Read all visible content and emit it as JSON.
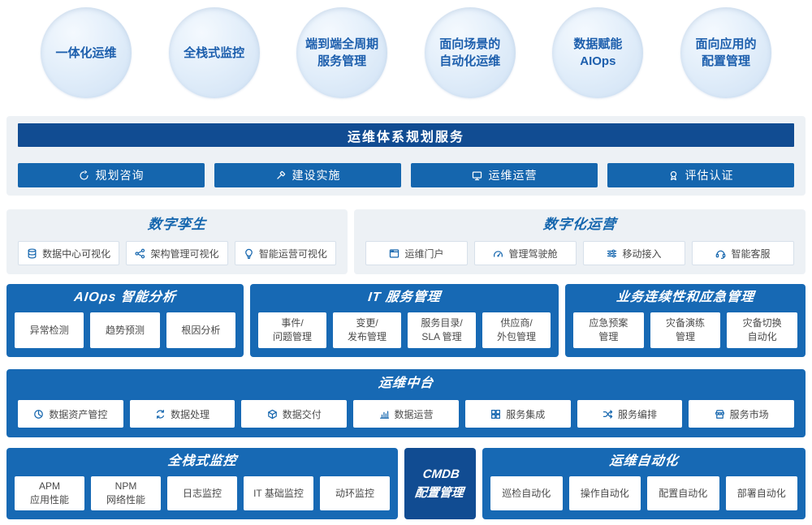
{
  "colors": {
    "brand_dark_blue": "#114c92",
    "brand_blue": "#1769b4",
    "button_blue": "#1566ae",
    "panel_gray": "#edf1f5",
    "bubble_fill": "#dcebf9",
    "bubble_text": "#1d5fad",
    "chip_text": "#4a4a4a"
  },
  "bubbles": [
    {
      "label": "一体化运维"
    },
    {
      "label": "全栈式监控"
    },
    {
      "label": "端到端全周期\n服务管理"
    },
    {
      "label": "面向场景的\n自动化运维"
    },
    {
      "label": "数据赋能\nAIOps"
    },
    {
      "label": "面向应用的\n配置管理"
    }
  ],
  "planning": {
    "title": "运维体系规划服务",
    "items": [
      {
        "label": "规划咨询",
        "icon": "cycle-icon"
      },
      {
        "label": "建设实施",
        "icon": "hammer-icon"
      },
      {
        "label": "运维运营",
        "icon": "monitor-icon"
      },
      {
        "label": "评估认证",
        "icon": "badge-icon"
      }
    ]
  },
  "digital_twin": {
    "title": "数字孪生",
    "items": [
      {
        "label": "数据中心可视化",
        "icon": "database-icon"
      },
      {
        "label": "架构管理可视化",
        "icon": "topology-icon"
      },
      {
        "label": "智能运营可视化",
        "icon": "bulb-icon"
      }
    ]
  },
  "digital_operation": {
    "title": "数字化运营",
    "items": [
      {
        "label": "运维门户",
        "icon": "portal-icon"
      },
      {
        "label": "管理驾驶舱",
        "icon": "gauge-icon"
      },
      {
        "label": "移动接入",
        "icon": "sliders-icon"
      },
      {
        "label": "智能客服",
        "icon": "headset-icon"
      }
    ]
  },
  "aiops": {
    "title": "AIOps 智能分析",
    "items": [
      {
        "label": "异常检测"
      },
      {
        "label": "趋势预测"
      },
      {
        "label": "根因分析"
      }
    ]
  },
  "itsm": {
    "title": "IT 服务管理",
    "items": [
      {
        "label": "事件/\n问题管理"
      },
      {
        "label": "变更/\n发布管理"
      },
      {
        "label": "服务目录/\nSLA 管理"
      },
      {
        "label": "供应商/\n外包管理"
      }
    ]
  },
  "bcm": {
    "title": "业务连续性和应急管理",
    "items": [
      {
        "label": "应急预案\n管理"
      },
      {
        "label": "灾备演练\n管理"
      },
      {
        "label": "灾备切换\n自动化"
      }
    ]
  },
  "middle_platform": {
    "title": "运维中台",
    "items": [
      {
        "label": "数据资产管控",
        "icon": "clock-icon"
      },
      {
        "label": "数据处理",
        "icon": "process-icon"
      },
      {
        "label": "数据交付",
        "icon": "package-icon"
      },
      {
        "label": "数据运营",
        "icon": "bar-chart-icon"
      },
      {
        "label": "服务集成",
        "icon": "grid-icon"
      },
      {
        "label": "服务编排",
        "icon": "shuffle-icon"
      },
      {
        "label": "服务市场",
        "icon": "store-icon"
      }
    ]
  },
  "monitoring": {
    "title": "全栈式监控",
    "items": [
      {
        "label": "APM\n应用性能"
      },
      {
        "label": "NPM\n网络性能"
      },
      {
        "label": "日志监控"
      },
      {
        "label": "IT 基础监控"
      },
      {
        "label": "动环监控"
      }
    ]
  },
  "cmdb": {
    "title": "CMDB\n配置管理"
  },
  "automation": {
    "title": "运维自动化",
    "items": [
      {
        "label": "巡检自动化"
      },
      {
        "label": "操作自动化"
      },
      {
        "label": "配置自动化"
      },
      {
        "label": "部署自动化"
      }
    ]
  }
}
